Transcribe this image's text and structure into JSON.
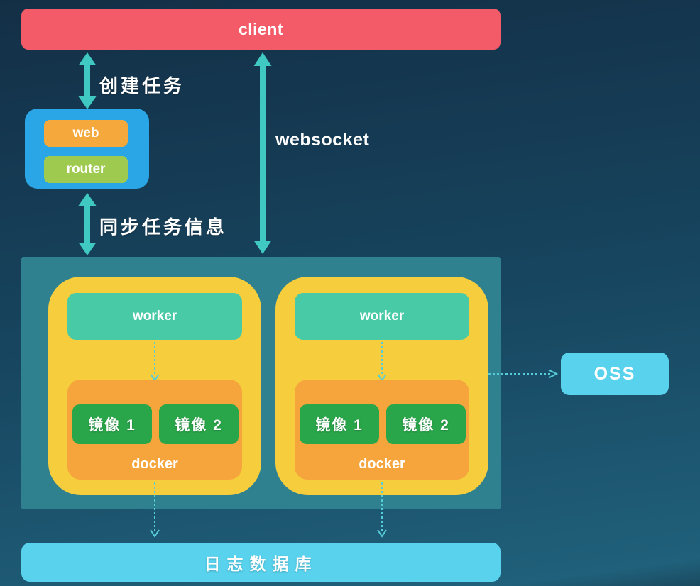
{
  "theme": {
    "bg-top": "#132f46",
    "bg-mid": "#17455f",
    "bg-bottom": "#20607a",
    "client-red": "#f45b68",
    "gateway-blue": "#2aa6e6",
    "web-orange": "#f5a83b",
    "router-green": "#9ecb4f",
    "cluster-teal": "#2f8190",
    "node-yellow": "#f5cd3d",
    "worker-green": "#49caa6",
    "docker-orange": "#f6a53c",
    "image-green": "#2aa64a",
    "cyan-box": "#58d2ed",
    "arrow-teal": "#40c8c2",
    "dashed-arrow": "#55cdd8",
    "text-white": "#ffffff"
  },
  "nodes": {
    "client": {
      "label": "client"
    },
    "gateway": {
      "web": "web",
      "router": "router"
    },
    "workers": [
      {
        "worker": "worker",
        "image1": "镜像 1",
        "image2": "镜像 2",
        "docker": "docker"
      },
      {
        "worker": "worker",
        "image1": "镜像 1",
        "image2": "镜像 2",
        "docker": "docker"
      }
    ],
    "oss": {
      "label": "OSS"
    },
    "log_db": {
      "label": "日志数据库"
    }
  },
  "edges": {
    "create_task": "创建任务",
    "websocket": "websocket",
    "sync_task": "同步任务信息"
  },
  "icons": {
    "bidirectional_arrow": "double-headed-vertical-arrow",
    "dashed_arrow": "dashed-arrow"
  }
}
